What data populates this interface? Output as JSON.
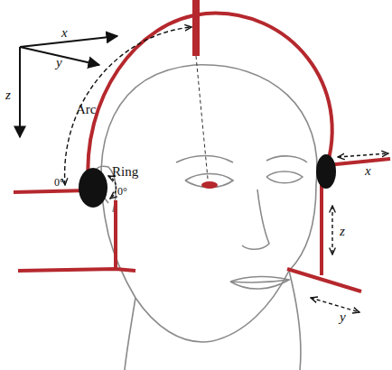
{
  "diagram": {
    "labels": [
      "x",
      "y",
      "z",
      "Arc",
      "0°",
      "Ring",
      "0°",
      "x",
      "z",
      "y"
    ]
  }
}
